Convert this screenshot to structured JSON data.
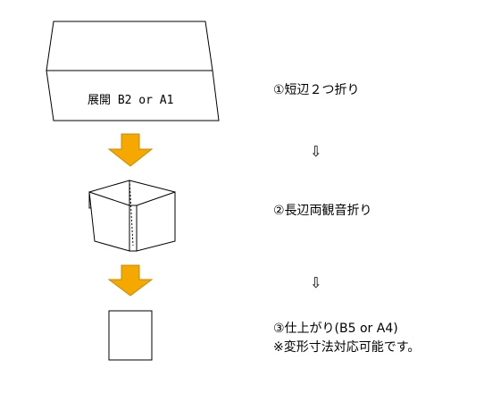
{
  "colors": {
    "arrow_fill": "#F5A800",
    "arrow_stroke": "#C98A00",
    "line": "#000000",
    "background": "#FFFFFF"
  },
  "sheet_label": "展開 B2 or A1",
  "steps": [
    {
      "label": "①短辺２つ折り"
    },
    {
      "label": "②長辺両観音折り"
    },
    {
      "label": "③仕上がり(B5 or A4)",
      "note": "※変形寸法対応可能です。"
    }
  ],
  "arrows": {
    "big": [
      "down-arrow-orange",
      "down-arrow-orange"
    ],
    "small": [
      "down-arrow-outline",
      "down-arrow-outline"
    ],
    "small_glyph": "⇩"
  }
}
